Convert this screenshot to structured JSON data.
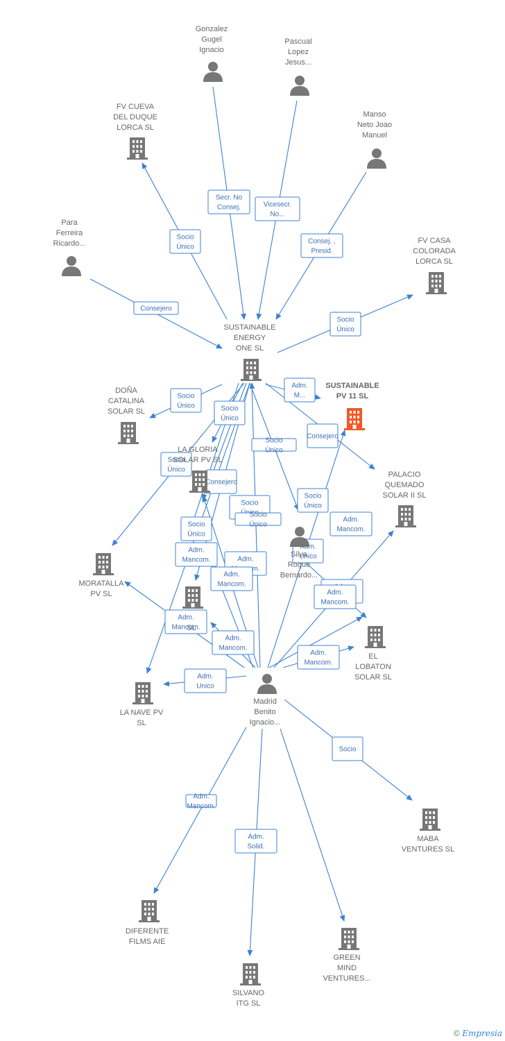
{
  "colors": {
    "edge": "#3b82d4",
    "node": "#777777",
    "focus": "#f05a28"
  },
  "nodes": [
    {
      "id": "gonzalez",
      "type": "person",
      "label": [
        "Gonzalez",
        "Gugel",
        "Ignacio"
      ]
    },
    {
      "id": "pascual",
      "type": "person",
      "label": [
        "Pascual",
        "Lopez",
        "Jesus..."
      ]
    },
    {
      "id": "manso",
      "type": "person",
      "label": [
        "Manso",
        "Neto Joao",
        "Manuel"
      ]
    },
    {
      "id": "fvcueva",
      "type": "company",
      "label": [
        "FV CUEVA",
        "DEL DUQUE",
        "LORCA SL"
      ]
    },
    {
      "id": "para",
      "type": "person",
      "label": [
        "Para",
        "Ferreira",
        "Ricardo..."
      ]
    },
    {
      "id": "fvcasa",
      "type": "company",
      "label": [
        "FV CASA",
        "COLORADA",
        "LORCA SL"
      ]
    },
    {
      "id": "seo",
      "type": "company",
      "label": [
        "SUSTAINABLE",
        "ENERGY",
        "ONE  SL"
      ]
    },
    {
      "id": "spv11",
      "type": "company",
      "focus": true,
      "label": [
        "SUSTAINABLE",
        "PV 11  SL"
      ]
    },
    {
      "id": "donacat",
      "type": "company",
      "label": [
        "DOÑA",
        "CATALINA",
        "SOLAR  SL"
      ]
    },
    {
      "id": "lagloria",
      "type": "company",
      "label": [
        "LA GLORIA",
        "SOLAR PV  SL"
      ]
    },
    {
      "id": "palacio",
      "type": "company",
      "label": [
        "PALACIO",
        "QUEMADO",
        "SOLAR II  SL"
      ]
    },
    {
      "id": "silva",
      "type": "person",
      "label": [
        "Silva",
        "Roque",
        "Bernardo..."
      ]
    },
    {
      "id": "moratalla",
      "type": "company",
      "label": [
        "MORATALLA",
        "PV  SL"
      ]
    },
    {
      "id": "hidden",
      "type": "company",
      "label": [
        "",
        "SL"
      ]
    },
    {
      "id": "lobaton",
      "type": "company",
      "label": [
        "EL",
        "LOBATON",
        "SOLAR  SL"
      ]
    },
    {
      "id": "lanave",
      "type": "company",
      "label": [
        "LA NAVE PV",
        "SL"
      ]
    },
    {
      "id": "madrid",
      "type": "person",
      "label": [
        "Madrid",
        "Benito",
        "Ignacio..."
      ]
    },
    {
      "id": "maba",
      "type": "company",
      "label": [
        "MABA",
        "VENTURES  SL"
      ]
    },
    {
      "id": "diferente",
      "type": "company",
      "label": [
        "DIFERENTE",
        "FILMS  AIE"
      ]
    },
    {
      "id": "silvano",
      "type": "company",
      "label": [
        "SILVANO",
        "ITG  SL"
      ]
    },
    {
      "id": "green",
      "type": "company",
      "label": [
        "GREEN",
        "MIND",
        "VENTURES..."
      ]
    }
  ],
  "edges": [
    {
      "id": "e1",
      "label": [
        "Secr.  No",
        "Consej."
      ]
    },
    {
      "id": "e2",
      "label": [
        "Vicesecr.",
        "No..."
      ]
    },
    {
      "id": "e3",
      "label": [
        "Consej. ,",
        "Presid."
      ]
    },
    {
      "id": "e4",
      "label": [
        "Socio",
        "Único"
      ]
    },
    {
      "id": "e5",
      "label": [
        "Consejero"
      ]
    },
    {
      "id": "e6",
      "label": [
        "Socio",
        "Único"
      ]
    },
    {
      "id": "e7",
      "label": [
        "Socio",
        "Único"
      ]
    },
    {
      "id": "e8",
      "label": [
        "Socio",
        "Único"
      ]
    },
    {
      "id": "e9",
      "label": [
        "Socio",
        "Único"
      ]
    },
    {
      "id": "e10",
      "label": [
        "Socio",
        "Único"
      ]
    },
    {
      "id": "e11",
      "label": [
        "Consejero"
      ]
    },
    {
      "id": "e12",
      "label": [
        "Socio",
        "Único"
      ]
    },
    {
      "id": "e13",
      "label": [
        "Socio",
        "Único"
      ]
    },
    {
      "id": "e14",
      "label": [
        "Adm.",
        "M..."
      ]
    },
    {
      "id": "e15",
      "label": [
        "Consejero"
      ]
    },
    {
      "id": "e16",
      "label": [
        "Socio",
        "Único"
      ]
    },
    {
      "id": "e17",
      "label": [
        "Adm.",
        "Mancom."
      ]
    },
    {
      "id": "e18",
      "label": [
        "Socio",
        "Único"
      ]
    },
    {
      "id": "e19",
      "label": [
        "Adm.",
        "Mancom."
      ]
    },
    {
      "id": "e20",
      "label": [
        "Adm.",
        "Mancom."
      ]
    },
    {
      "id": "e21",
      "label": [
        "Adm.",
        "Mancom."
      ]
    },
    {
      "id": "e22",
      "label": [
        "Adm.",
        "Unico"
      ]
    },
    {
      "id": "e23",
      "label": [
        "Adm.",
        "Mancom."
      ]
    },
    {
      "id": "e24",
      "label": [
        "Adm.",
        "Mancom."
      ]
    },
    {
      "id": "e25",
      "label": [
        "Adm.",
        "Mancom."
      ]
    },
    {
      "id": "e26",
      "label": [
        "Adm.",
        "Mancom."
      ]
    },
    {
      "id": "e27",
      "label": [
        "Adm.",
        "Mancom."
      ]
    },
    {
      "id": "e28",
      "label": [
        "Adm.",
        "Unico"
      ]
    },
    {
      "id": "e29",
      "label": [
        "Socio"
      ]
    },
    {
      "id": "e30",
      "label": [
        "Adm.",
        "Mancom."
      ]
    },
    {
      "id": "e31",
      "label": [
        "Adm.",
        "Solid."
      ]
    }
  ],
  "footer": {
    "copyright": "©",
    "brand": "Empresia"
  }
}
